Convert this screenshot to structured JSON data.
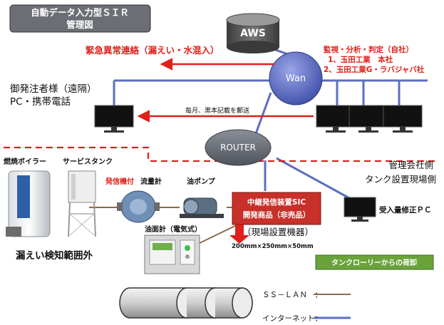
{
  "title": {
    "line1": "自動データ入力型ＳＩＲ",
    "line2": "管理図"
  },
  "aws": {
    "label": "AWS"
  },
  "wan": {
    "label": "Wan"
  },
  "router": {
    "label": "ROUTER"
  },
  "emergency": {
    "label": "緊急異常連絡（漏えい・水混入）"
  },
  "monitoring": {
    "line1": "監視・分析・判定（自社）",
    "line2": "1、玉田工業　本社",
    "line3": "2、玉田工業G・ラバジャバ社"
  },
  "client": {
    "line1": "御発注者様（遠隔）",
    "line2": "PC・携帯電話"
  },
  "monthly": {
    "label": "毎月、黒本記載を郵送"
  },
  "side_labels": {
    "management": "管理会社側",
    "tank_site": "タンク設置現場側"
  },
  "equipment": {
    "boiler": "燃焼ボイラー",
    "service_tank": "サービスタンク",
    "flowmeter_red": "発信機付",
    "flowmeter": "流量計",
    "oil_pump": "油ポンプ"
  },
  "relay": {
    "line1": "中継発信装置SIC",
    "line2": "開発商品（非売品）"
  },
  "receipt_pc": {
    "label": "受入量修正ＰＣ"
  },
  "oil_gauge": {
    "label": "油面計（電気式）"
  },
  "field": {
    "label": "（現場設置機器）",
    "size": "200mm×250mm×50mm"
  },
  "leak": {
    "label": "漏えい検知範囲外"
  },
  "tanker": {
    "label": "タンクローリーからの荷卸"
  },
  "legend": {
    "lan": "ＳＳ－ＬＡＮ　：",
    "internet": "インターネット："
  },
  "colors": {
    "lan_line": "#8a6a4a",
    "internet_line": "#5a6fc0",
    "emergency": "#e0201a",
    "tanker_box": "#6aa33a",
    "relay_box": "#c8302a"
  }
}
